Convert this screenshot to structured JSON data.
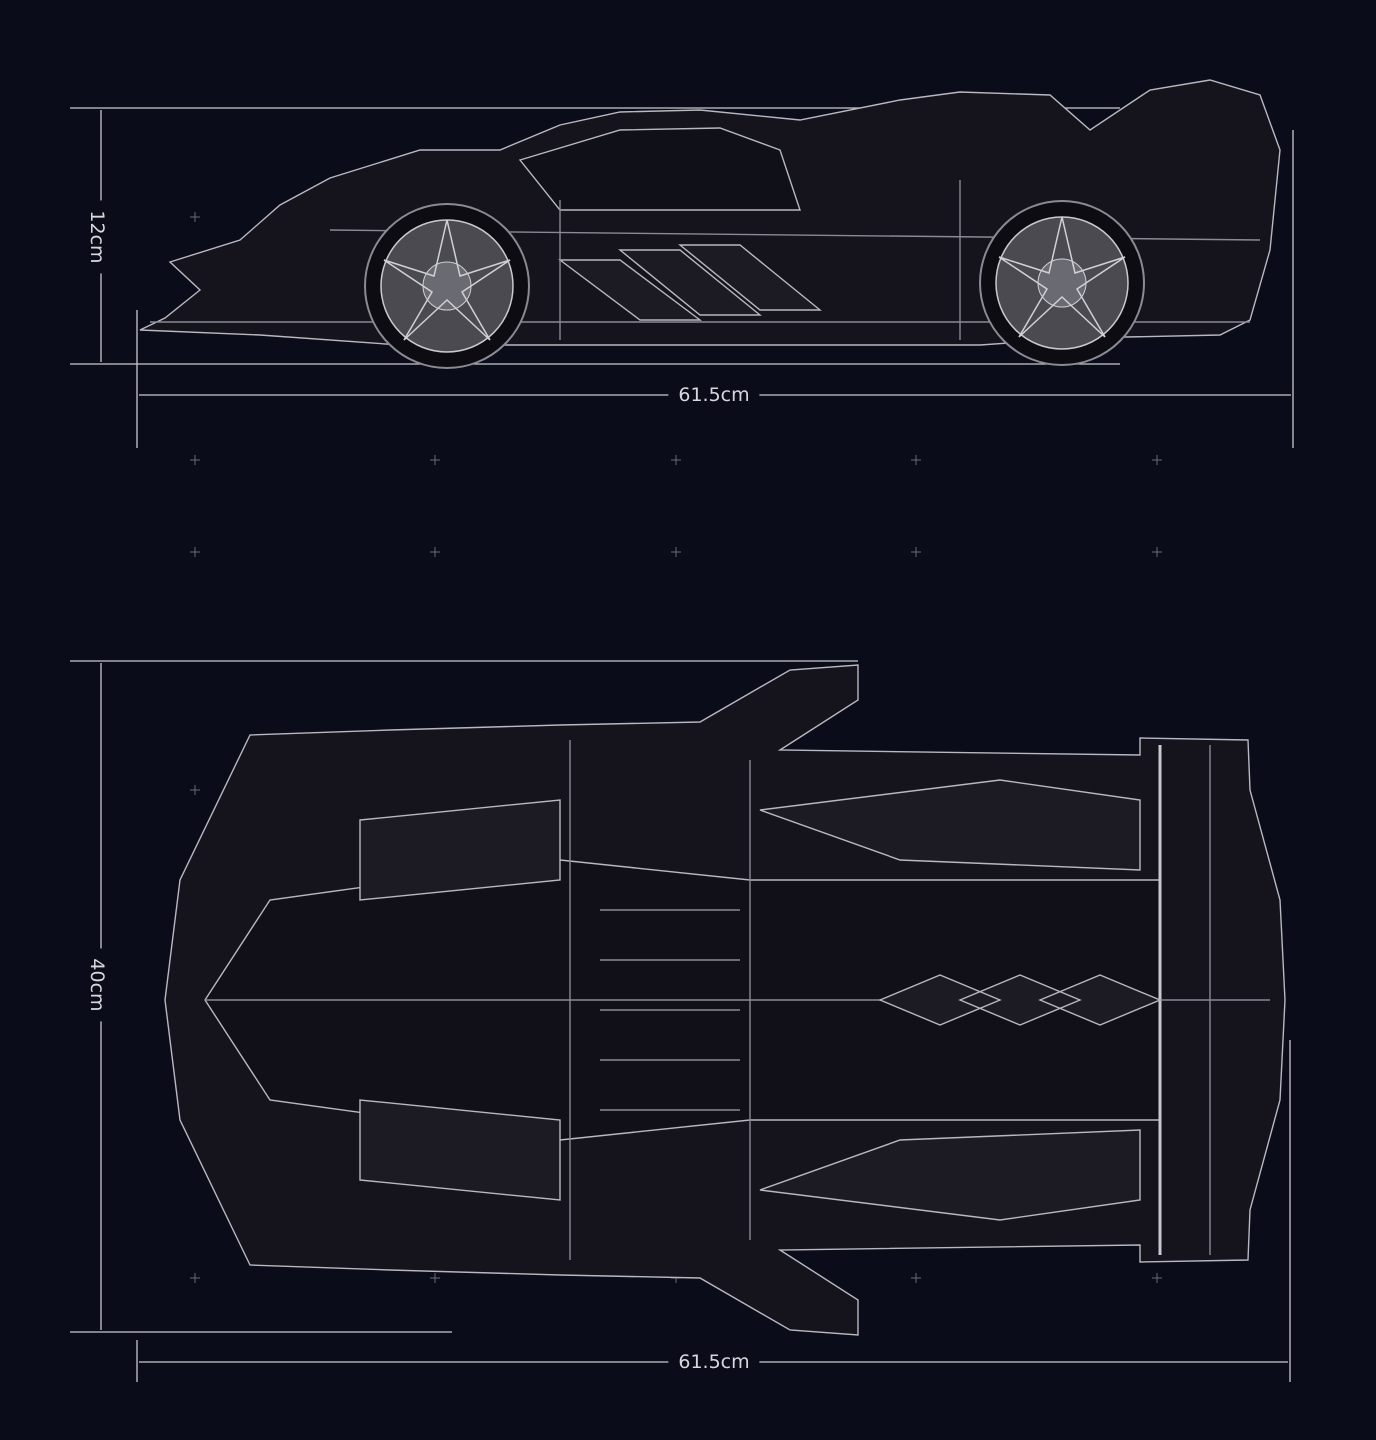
{
  "side_view": {
    "height_label": "12cm",
    "length_label": "61.5cm"
  },
  "top_view": {
    "width_label": "40cm",
    "length_label": "61.5cm"
  },
  "colors": {
    "background": "#0b0c19",
    "line": "#c9c9cf",
    "body": "#15141c"
  }
}
